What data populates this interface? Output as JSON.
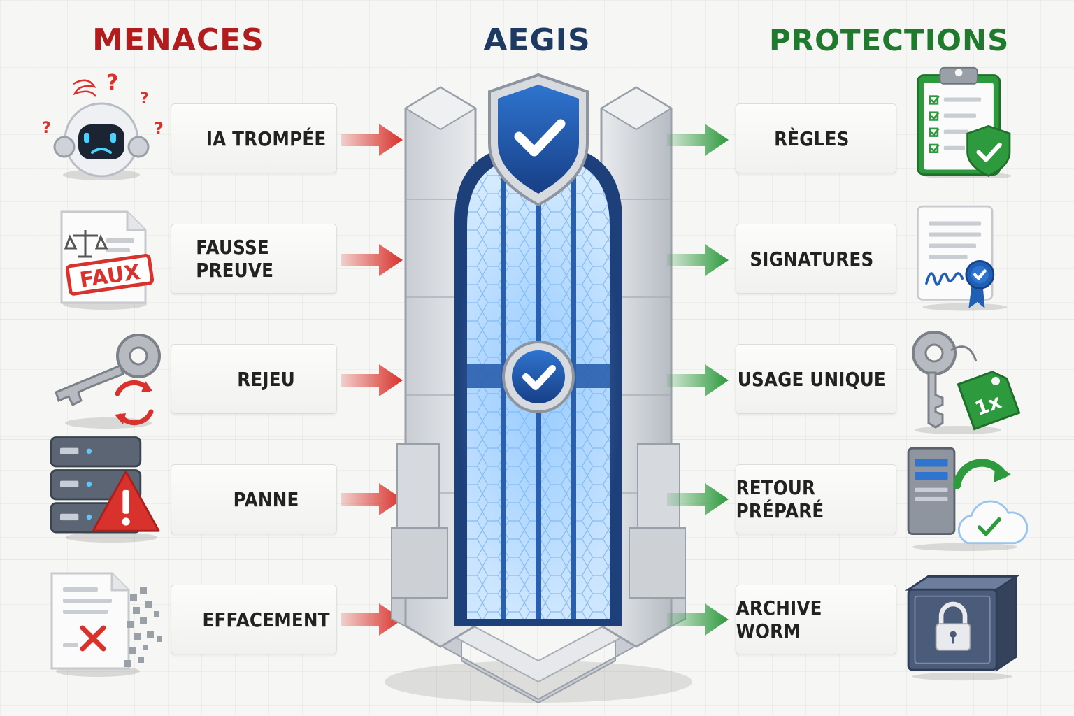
{
  "headings": {
    "threats": "MENACES",
    "center": "AEGIS",
    "protections": "PROTECTIONS"
  },
  "threats": [
    {
      "label": "IA TROMPÉE",
      "icon": "confused-robot-icon"
    },
    {
      "label": "FAUSSE PREUVE",
      "icon": "fake-document-icon",
      "stamp": "FAUX"
    },
    {
      "label": "REJEU",
      "icon": "key-replay-icon"
    },
    {
      "label": "PANNE",
      "icon": "server-warning-icon"
    },
    {
      "label": "EFFACEMENT",
      "icon": "deleted-document-icon"
    }
  ],
  "protections": [
    {
      "label": "RÈGLES",
      "icon": "checklist-shield-icon"
    },
    {
      "label": "SIGNATURES",
      "icon": "signed-document-icon"
    },
    {
      "label": "USAGE UNIQUE",
      "icon": "key-tag-icon",
      "tag": "1x"
    },
    {
      "label": "RETOUR PRÉPARÉ",
      "icon": "server-cloud-backup-icon"
    },
    {
      "label": "ARCHIVE WORM",
      "icon": "locked-vault-icon"
    }
  ],
  "colors": {
    "threat": "#b31c1c",
    "center": "#1d3a63",
    "protection": "#1f7a2e",
    "arrow_red": "#d9312b",
    "arrow_green": "#2e9a3e",
    "shield_blue": "#1f5fb4"
  }
}
